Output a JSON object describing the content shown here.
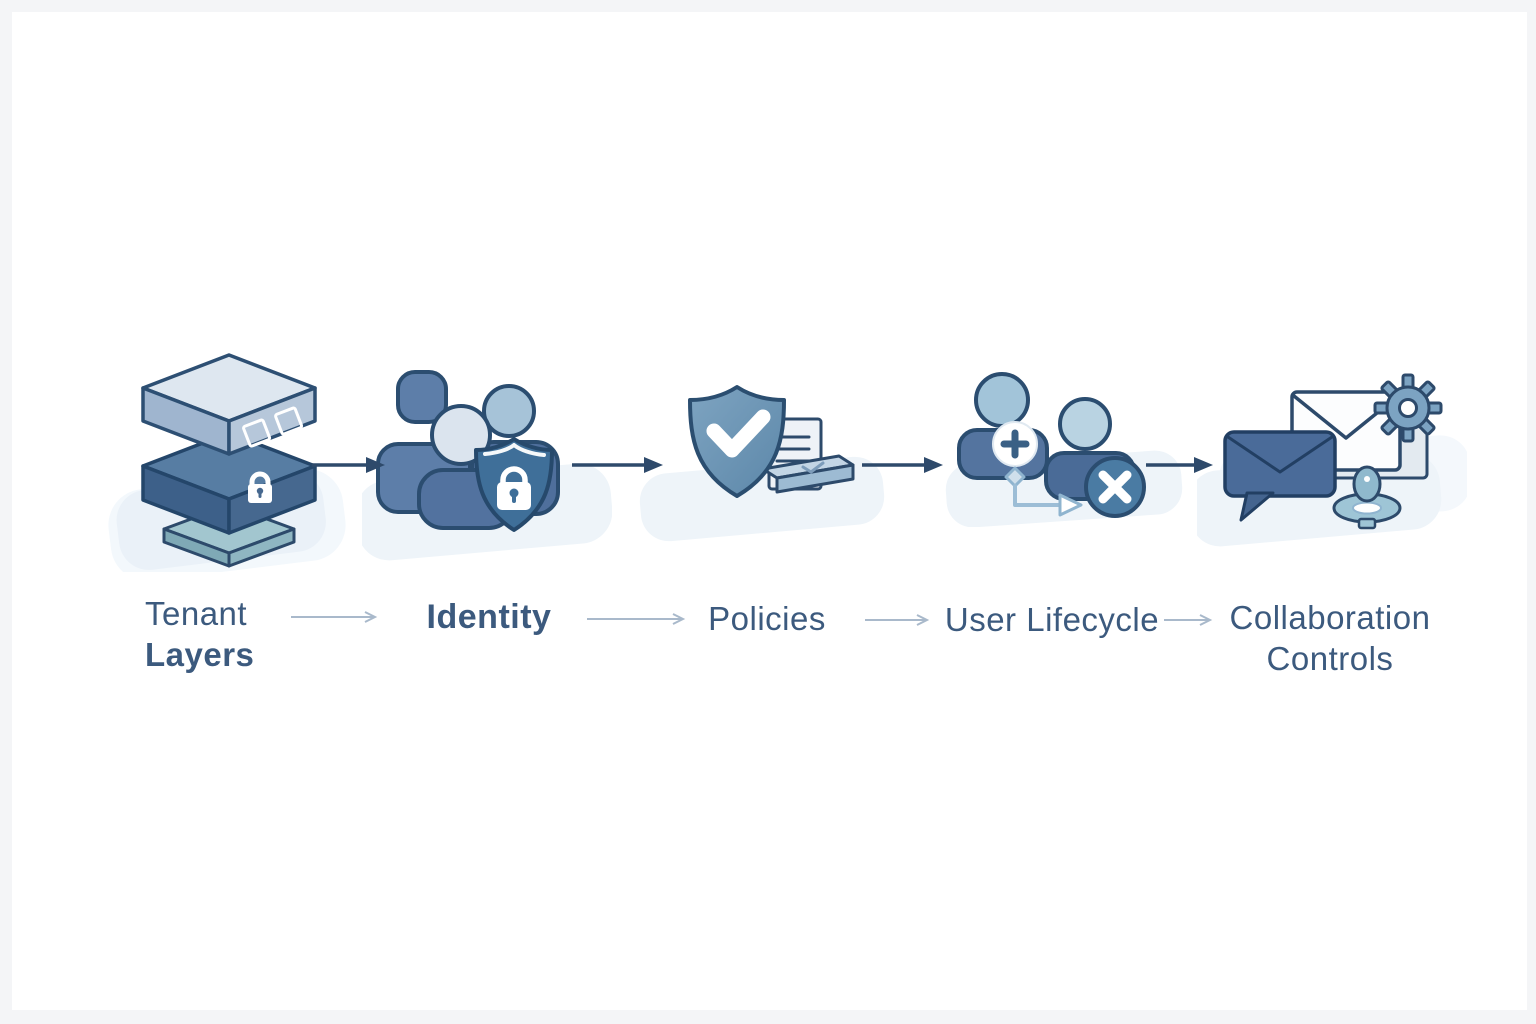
{
  "page": {
    "background": "#f4f5f7",
    "canvas_background": "#ffffff",
    "kind": "flow-diagram"
  },
  "diagram": {
    "stages": [
      {
        "id": "tenant-layers",
        "label_lines": [
          "Tenant",
          "Layers"
        ],
        "icon": "layered-stack-lock-icon",
        "icon_description": "three stacked isometric layers, middle layer with padlock"
      },
      {
        "id": "identity",
        "label_lines": [
          "Identity"
        ],
        "icon": "users-shield-lock-icon",
        "icon_description": "group of three users with shield and padlock"
      },
      {
        "id": "policies",
        "label_lines": [
          "Policies"
        ],
        "icon": "shield-check-document-icon",
        "icon_description": "shield with checkmark, document and flat card"
      },
      {
        "id": "user-lifecycle",
        "label_lines": [
          "User Lifecycle"
        ],
        "icon": "user-add-remove-icon",
        "icon_description": "user with plus badge flowing to user with x badge"
      },
      {
        "id": "collaboration-controls",
        "label_lines": [
          "Collaboration",
          "Controls"
        ],
        "icon": "mail-chat-gear-stamp-icon",
        "icon_description": "envelopes, chat bubble, gear and user control knob"
      }
    ],
    "icon_connector_count": 4,
    "label_connector_count": 4
  },
  "colors": {
    "label_text": "#3c5a7e",
    "outline_navy": "#2b4d70",
    "icon_arrow": "#2e4a6b",
    "label_arrow": "#a9b9cb",
    "slate_blue": "#54749f",
    "steel_blue": "#7ea4c1",
    "light_blue": "#dbe4ee",
    "teal": "#9ec5d6",
    "platform": "#eef4f9",
    "white": "#ffffff"
  }
}
